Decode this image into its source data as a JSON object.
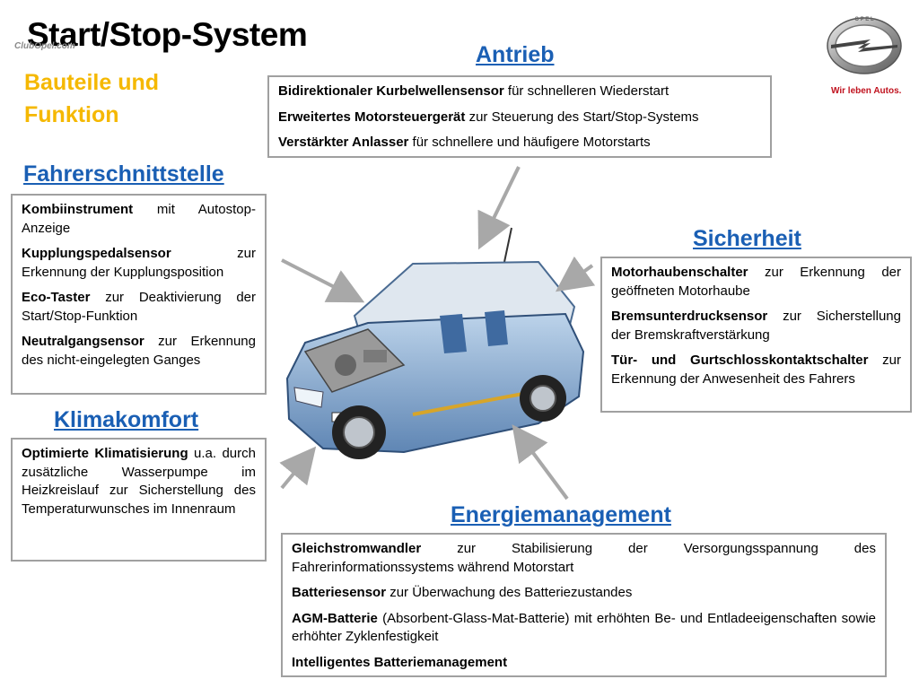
{
  "title": "Start/Stop-System",
  "watermark": "ClubOpel.com",
  "subtitle_line1": "Bauteile und",
  "subtitle_line2": "Funktion",
  "logo": {
    "icon": "opel-blitz-logo",
    "slogan": "Wir leben Autos."
  },
  "sections": {
    "antrieb": {
      "heading": "Antrieb",
      "items": [
        {
          "bold": "Bidirektionaler Kurbelwellensensor",
          "text": " für schnelleren Wiederstart"
        },
        {
          "bold": "Erweitertes Motorsteuergerät",
          "text": " zur Steuerung des Start/Stop-Systems"
        },
        {
          "bold": "Verstärkter Anlasser",
          "text": " für schnellere und häufigere Motorstarts"
        }
      ]
    },
    "fahrer": {
      "heading": "Fahrerschnittstelle",
      "items": [
        {
          "bold": "Kombiinstrument",
          "text": " mit Autostop-Anzeige"
        },
        {
          "bold": "Kupplungspedalsensor",
          "text": " zur Erkennung der Kupplungsposition"
        },
        {
          "bold": "Eco-Taster",
          "text": " zur Deaktivierung der Start/Stop-Funktion"
        },
        {
          "bold": "Neutralgangsensor",
          "text": " zur Erkennung des nicht-eingelegten Ganges"
        }
      ]
    },
    "sicherheit": {
      "heading": "Sicherheit",
      "items": [
        {
          "bold": "Motorhaubenschalter",
          "text": " zur Erkennung der geöffneten Motorhaube"
        },
        {
          "bold": "Bremsunterdrucksensor",
          "text": " zur Sicherstellung der Bremskraftverstärkung"
        },
        {
          "bold": "Tür- und Gurtschlosskontaktschalter",
          "text": " zur Erkennung der Anwesenheit des Fahrers"
        }
      ]
    },
    "klima": {
      "heading": "Klimakomfort",
      "items": [
        {
          "bold": "Optimierte Klimatisierung",
          "text": " u.a. durch zusätzliche Wasserpumpe im Heizkreislauf zur Sicherstellung des Temperaturwunsches im Innenraum"
        }
      ]
    },
    "energie": {
      "heading": "Energiemanagement",
      "items": [
        {
          "bold": "Gleichstromwandler",
          "text": " zur Stabilisierung der Versorgungsspannung des Fahrerinformationssystems während Motorstart"
        },
        {
          "bold": "Batteriesensor",
          "text": " zur Überwachung des Batteriezustandes"
        },
        {
          "bold": "AGM-Batterie",
          "text": " (Absorbent-Glass-Mat-Batterie) mit erhöhten Be- und Entladeeigenschaften sowie erhöhter Zyklenfestigkeit"
        },
        {
          "bold": "Intelligentes Batteriemanagement",
          "text": ""
        }
      ]
    }
  },
  "illustration": {
    "icon": "car-cutaway-illustration"
  },
  "arrow_color": "#a8a8a8",
  "heading_color": "#1a5fb4",
  "subtitle_color": "#f5b800"
}
